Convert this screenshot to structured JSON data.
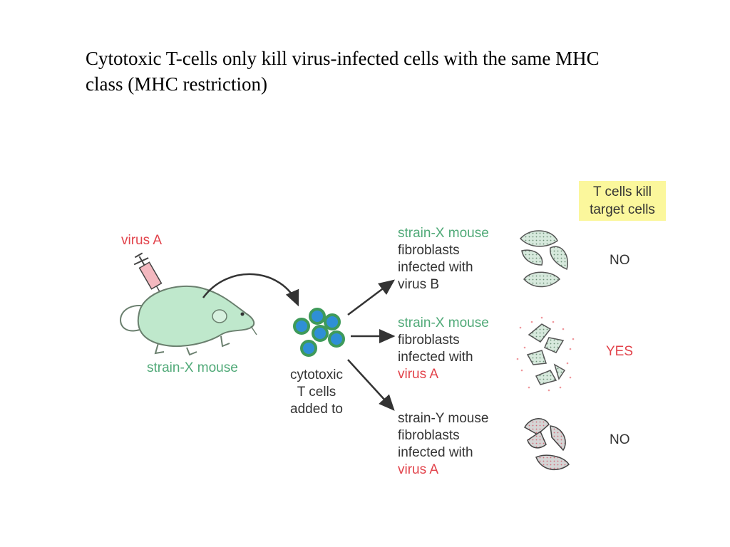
{
  "title": "Cytotoxic T-cells only kill virus-infected cells with the same MHC class (MHC restriction)",
  "virus_label": "virus A",
  "mouse_label": "strain-X mouse",
  "tcells_label": [
    "cytotoxic",
    "T cells",
    "added to"
  ],
  "key": [
    "T cells kill",
    "target cells"
  ],
  "rows": [
    {
      "lines": [
        "strain-X mouse",
        "fibroblasts",
        "infected with",
        "virus B"
      ],
      "result": "NO"
    },
    {
      "lines": [
        "strain-X mouse",
        "fibroblasts",
        "infected with",
        "virus A"
      ],
      "result": "YES"
    },
    {
      "lines": [
        "strain-Y mouse",
        "fibroblasts",
        "infected with",
        "virus A"
      ],
      "result": "NO"
    }
  ],
  "colors": {
    "green_text": "#4fa977",
    "red_text": "#e2434b",
    "mouse_fill": "#bfe8cc",
    "key_bg": "#fbf79c",
    "tcell_ring": "#3f9a5a",
    "tcell_core": "#2f8fd6"
  }
}
